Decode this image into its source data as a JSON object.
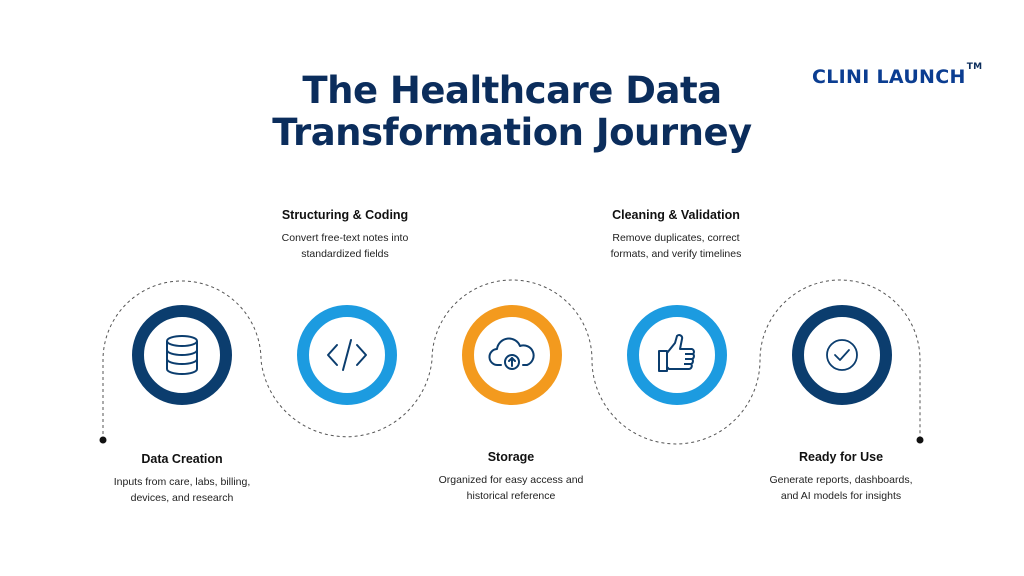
{
  "title": {
    "line1": "The Healthcare Data",
    "line2": "Transformation Journey"
  },
  "logo": {
    "text": "CLINI LAUNCH",
    "trademark": "TM"
  },
  "colors": {
    "navy": "#0b3d6e",
    "blue": "#1c9be0",
    "orange": "#f39a1e",
    "title": "#0b2d5c"
  },
  "steps": [
    {
      "heading": "Data Creation",
      "line1": "Inputs from care, labs, billing,",
      "line2": "devices, and research",
      "icon": "database-icon",
      "ring": "navy"
    },
    {
      "heading": "Structuring & Coding",
      "line1": "Convert free-text notes into",
      "line2": "standardized fields",
      "icon": "code-icon",
      "ring": "blue"
    },
    {
      "heading": "Storage",
      "line1": "Organized for easy access and",
      "line2": "historical reference",
      "icon": "cloud-upload-icon",
      "ring": "orange"
    },
    {
      "heading": "Cleaning & Validation",
      "line1": "Remove duplicates, correct",
      "line2": "formats, and verify timelines",
      "icon": "thumbs-up-icon",
      "ring": "blue"
    },
    {
      "heading": "Ready for Use",
      "line1": "Generate reports, dashboards,",
      "line2": "and AI models for insights",
      "icon": "check-circle-icon",
      "ring": "navy"
    }
  ]
}
